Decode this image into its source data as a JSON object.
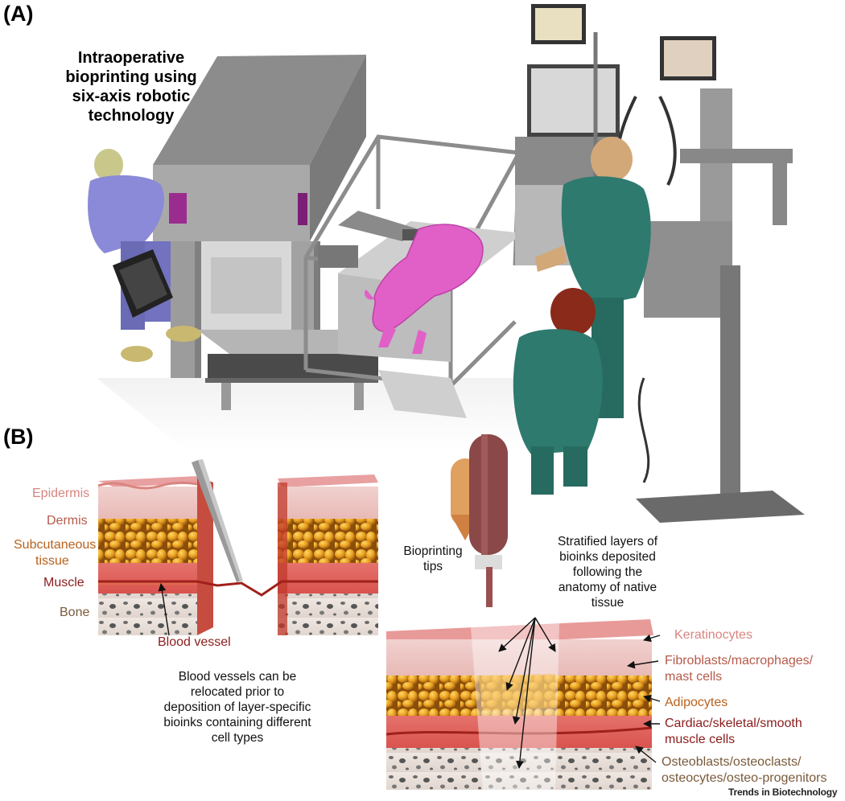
{
  "panel_a": {
    "label": "(A)",
    "title_lines": [
      "Intraoperative",
      "bioprinting using",
      "six-axis robotic",
      "technology"
    ]
  },
  "panel_b": {
    "label": "(B)",
    "layers": {
      "epidermis": "Epidermis",
      "dermis": "Dermis",
      "subcutaneous_1": "Subcutaneous",
      "subcutaneous_2": "tissue",
      "muscle": "Muscle",
      "bone": "Bone"
    },
    "blood_vessel": "Blood vessel",
    "bioprinting_tips_1": "Bioprinting",
    "bioprinting_tips_2": "tips",
    "stratified_lines": [
      "Stratified layers of",
      "bioinks deposited",
      "following the",
      "anatomy of native",
      "tissue"
    ],
    "relocation_lines": [
      "Blood vessels can be",
      "relocated prior to",
      "deposition of layer-specific",
      "bioinks containing different",
      "cell types"
    ],
    "cells": {
      "keratinocytes": "Keratinocytes",
      "fibroblasts_1": "Fibroblasts/macrophages/",
      "fibroblasts_2": "mast cells",
      "adipocytes": "Adipocytes",
      "muscle_1": "Cardiac/skeletal/smooth",
      "muscle_2": "muscle cells",
      "bone_1": "Osteoblasts/osteoclasts/",
      "bone_2": "osteocytes/osteo-progenitors"
    }
  },
  "credit": "Trends in Biotechnology",
  "colors": {
    "epidermis": "#d98580",
    "dermis": "#b55a4a",
    "subcutaneous": "#b8621e",
    "muscle": "#8c1c1c",
    "bone": "#7a5a3a",
    "fat": "#e8a020",
    "pig": "#e060c8",
    "scrubs": "#2e7a6e",
    "scrubs_blue": "#8a8ad8",
    "machine": "#a8a8a8"
  }
}
